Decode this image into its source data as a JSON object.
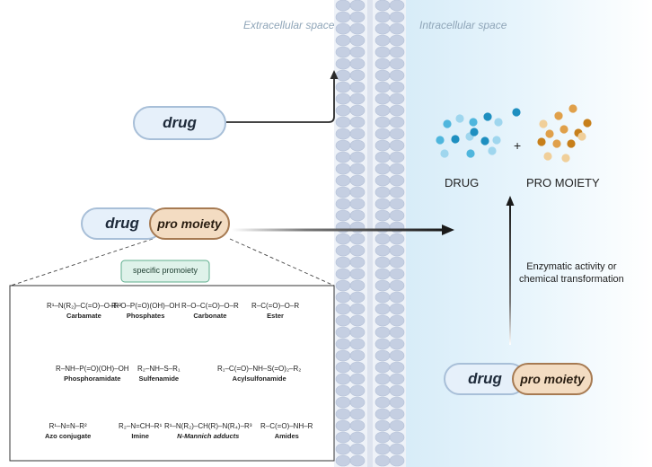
{
  "spaces": {
    "extracellular": "Extracellular space",
    "intracellular": "Intracellular space"
  },
  "pills": {
    "drug_top": "drug",
    "drug_mid": "drug",
    "pro_mid": "pro moiety",
    "drug_bottom": "drug",
    "pro_bottom": "pro moiety"
  },
  "products": {
    "drug_label": "DRUG",
    "plus": "+",
    "pro_label": "PRO MOIETY"
  },
  "transformation": {
    "line1": "Enzymatic activity or",
    "line2": "chemical transformation"
  },
  "promoiety_box": {
    "title": "specific promoiety",
    "groups": [
      {
        "name": "Carbamate",
        "formula": "R¹–N(R₂)–C(=O)–O–R³"
      },
      {
        "name": "Phosphates",
        "formula": "R–O–P(=O)(OH)–OH"
      },
      {
        "name": "Carbonate",
        "formula": "R–O–C(=O)–O–R"
      },
      {
        "name": "Ester",
        "formula": "R–C(=O)–O–R"
      },
      {
        "name": "Phosphoramidate",
        "formula": "R–NH–P(=O)(OH)–OH"
      },
      {
        "name": "Sulfenamide",
        "formula": "R₂–NH–S–R₁"
      },
      {
        "name": "Acylsulfonamide",
        "formula": "R₁–C(=O)–NH–S(=O)₂–R₂"
      },
      {
        "name": "Azo conjugate",
        "formula": "R¹–N=N–R²"
      },
      {
        "name": "Imine",
        "formula": "R₂–N=CH–R¹"
      },
      {
        "name": "N-Mannich adducts",
        "formula": "R¹–N(R₂)–CH(R)–N(R₄)–R³"
      },
      {
        "name": "Amides",
        "formula": "R–C(=O)–NH–R"
      }
    ]
  },
  "colors": {
    "drug_fill": "#e6f0fa",
    "drug_border": "#a8bfd8",
    "pro_fill": "#f3dcc2",
    "pro_border": "#a67a52",
    "box_title_fill": "#dff2ea",
    "box_title_border": "#5fae8e",
    "intracellular_bg": "#e3f3fc",
    "membrane": "#c5cfe2",
    "drug_particles": [
      "#4fb6dd",
      "#1e8fc0",
      "#9fd6ee"
    ],
    "pro_particles": [
      "#e0a04a",
      "#c77f1a",
      "#f0cf9a"
    ]
  }
}
